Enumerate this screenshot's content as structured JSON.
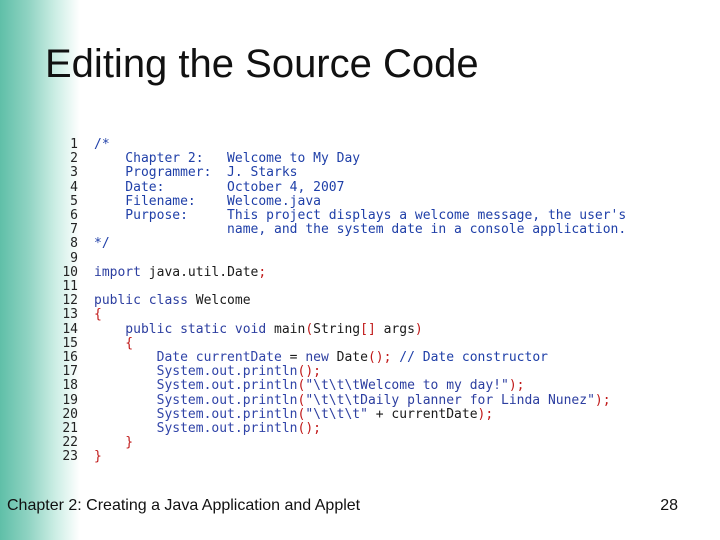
{
  "slide": {
    "title": "Editing the Source Code",
    "footer": "Chapter 2: Creating a Java Application and Applet",
    "page_number": "28"
  },
  "code": {
    "lines": [
      {
        "n": "1",
        "segments": [
          {
            "t": "/*",
            "c": "c-comment"
          }
        ]
      },
      {
        "n": "2",
        "segments": [
          {
            "t": "    Chapter 2:   Welcome to My Day",
            "c": "c-comment"
          }
        ]
      },
      {
        "n": "3",
        "segments": [
          {
            "t": "    Programmer:  J. Starks",
            "c": "c-comment"
          }
        ]
      },
      {
        "n": "4",
        "segments": [
          {
            "t": "    Date:        October 4, 2007",
            "c": "c-comment"
          }
        ]
      },
      {
        "n": "5",
        "segments": [
          {
            "t": "    Filename:    Welcome.java",
            "c": "c-comment"
          }
        ]
      },
      {
        "n": "6",
        "segments": [
          {
            "t": "    Purpose:     This project displays a welcome message, the user's",
            "c": "c-comment"
          }
        ]
      },
      {
        "n": "7",
        "segments": [
          {
            "t": "                 name, and the system date in a console application.",
            "c": "c-comment"
          }
        ]
      },
      {
        "n": "8",
        "segments": [
          {
            "t": "*/",
            "c": "c-comment"
          }
        ]
      },
      {
        "n": "9",
        "segments": []
      },
      {
        "n": "10",
        "segments": [
          {
            "t": "import ",
            "c": "c-keyword"
          },
          {
            "t": "java.util.Date",
            "c": "c-plain"
          },
          {
            "t": ";",
            "c": "c-punct"
          }
        ]
      },
      {
        "n": "11",
        "segments": []
      },
      {
        "n": "12",
        "segments": [
          {
            "t": "public class ",
            "c": "c-keyword"
          },
          {
            "t": "Welcome",
            "c": "c-plain"
          }
        ]
      },
      {
        "n": "13",
        "segments": [
          {
            "t": "{",
            "c": "c-punct"
          }
        ]
      },
      {
        "n": "14",
        "segments": [
          {
            "t": "    public static void ",
            "c": "c-keyword"
          },
          {
            "t": "main",
            "c": "c-plain"
          },
          {
            "t": "(",
            "c": "c-punct"
          },
          {
            "t": "String",
            "c": "c-plain"
          },
          {
            "t": "[]",
            "c": "c-punct"
          },
          {
            "t": " args",
            "c": "c-plain"
          },
          {
            "t": ")",
            "c": "c-punct"
          }
        ]
      },
      {
        "n": "15",
        "segments": [
          {
            "t": "    {",
            "c": "c-punct"
          }
        ]
      },
      {
        "n": "16",
        "segments": [
          {
            "t": "        Date currentDate ",
            "c": "c-ident"
          },
          {
            "t": "= ",
            "c": "c-plain"
          },
          {
            "t": "new ",
            "c": "c-keyword"
          },
          {
            "t": "Date",
            "c": "c-plain"
          },
          {
            "t": "();",
            "c": "c-punct"
          },
          {
            "t": " // Date constructor",
            "c": "c-comment"
          }
        ]
      },
      {
        "n": "17",
        "segments": [
          {
            "t": "        System.out.println",
            "c": "c-ident"
          },
          {
            "t": "();",
            "c": "c-punct"
          }
        ]
      },
      {
        "n": "18",
        "segments": [
          {
            "t": "        System.out.println",
            "c": "c-ident"
          },
          {
            "t": "(",
            "c": "c-punct"
          },
          {
            "t": "\"\\t\\t\\tWelcome to my day!\"",
            "c": "c-string"
          },
          {
            "t": ");",
            "c": "c-punct"
          }
        ]
      },
      {
        "n": "19",
        "segments": [
          {
            "t": "        System.out.println",
            "c": "c-ident"
          },
          {
            "t": "(",
            "c": "c-punct"
          },
          {
            "t": "\"\\t\\t\\tDaily planner for Linda Nunez\"",
            "c": "c-string"
          },
          {
            "t": ");",
            "c": "c-punct"
          }
        ]
      },
      {
        "n": "20",
        "segments": [
          {
            "t": "        System.out.println",
            "c": "c-ident"
          },
          {
            "t": "(",
            "c": "c-punct"
          },
          {
            "t": "\"\\t\\t\\t\"",
            "c": "c-string"
          },
          {
            "t": " + currentDate",
            "c": "c-plain"
          },
          {
            "t": ");",
            "c": "c-punct"
          }
        ]
      },
      {
        "n": "21",
        "segments": [
          {
            "t": "        System.out.println",
            "c": "c-ident"
          },
          {
            "t": "();",
            "c": "c-punct"
          }
        ]
      },
      {
        "n": "22",
        "segments": [
          {
            "t": "    }",
            "c": "c-punct"
          }
        ]
      },
      {
        "n": "23",
        "segments": [
          {
            "t": "}",
            "c": "c-punct"
          }
        ]
      }
    ]
  },
  "colors": {
    "accent_band": "#5fbfa8",
    "comment": "#1f3fa8",
    "punctuation": "#c01818"
  }
}
